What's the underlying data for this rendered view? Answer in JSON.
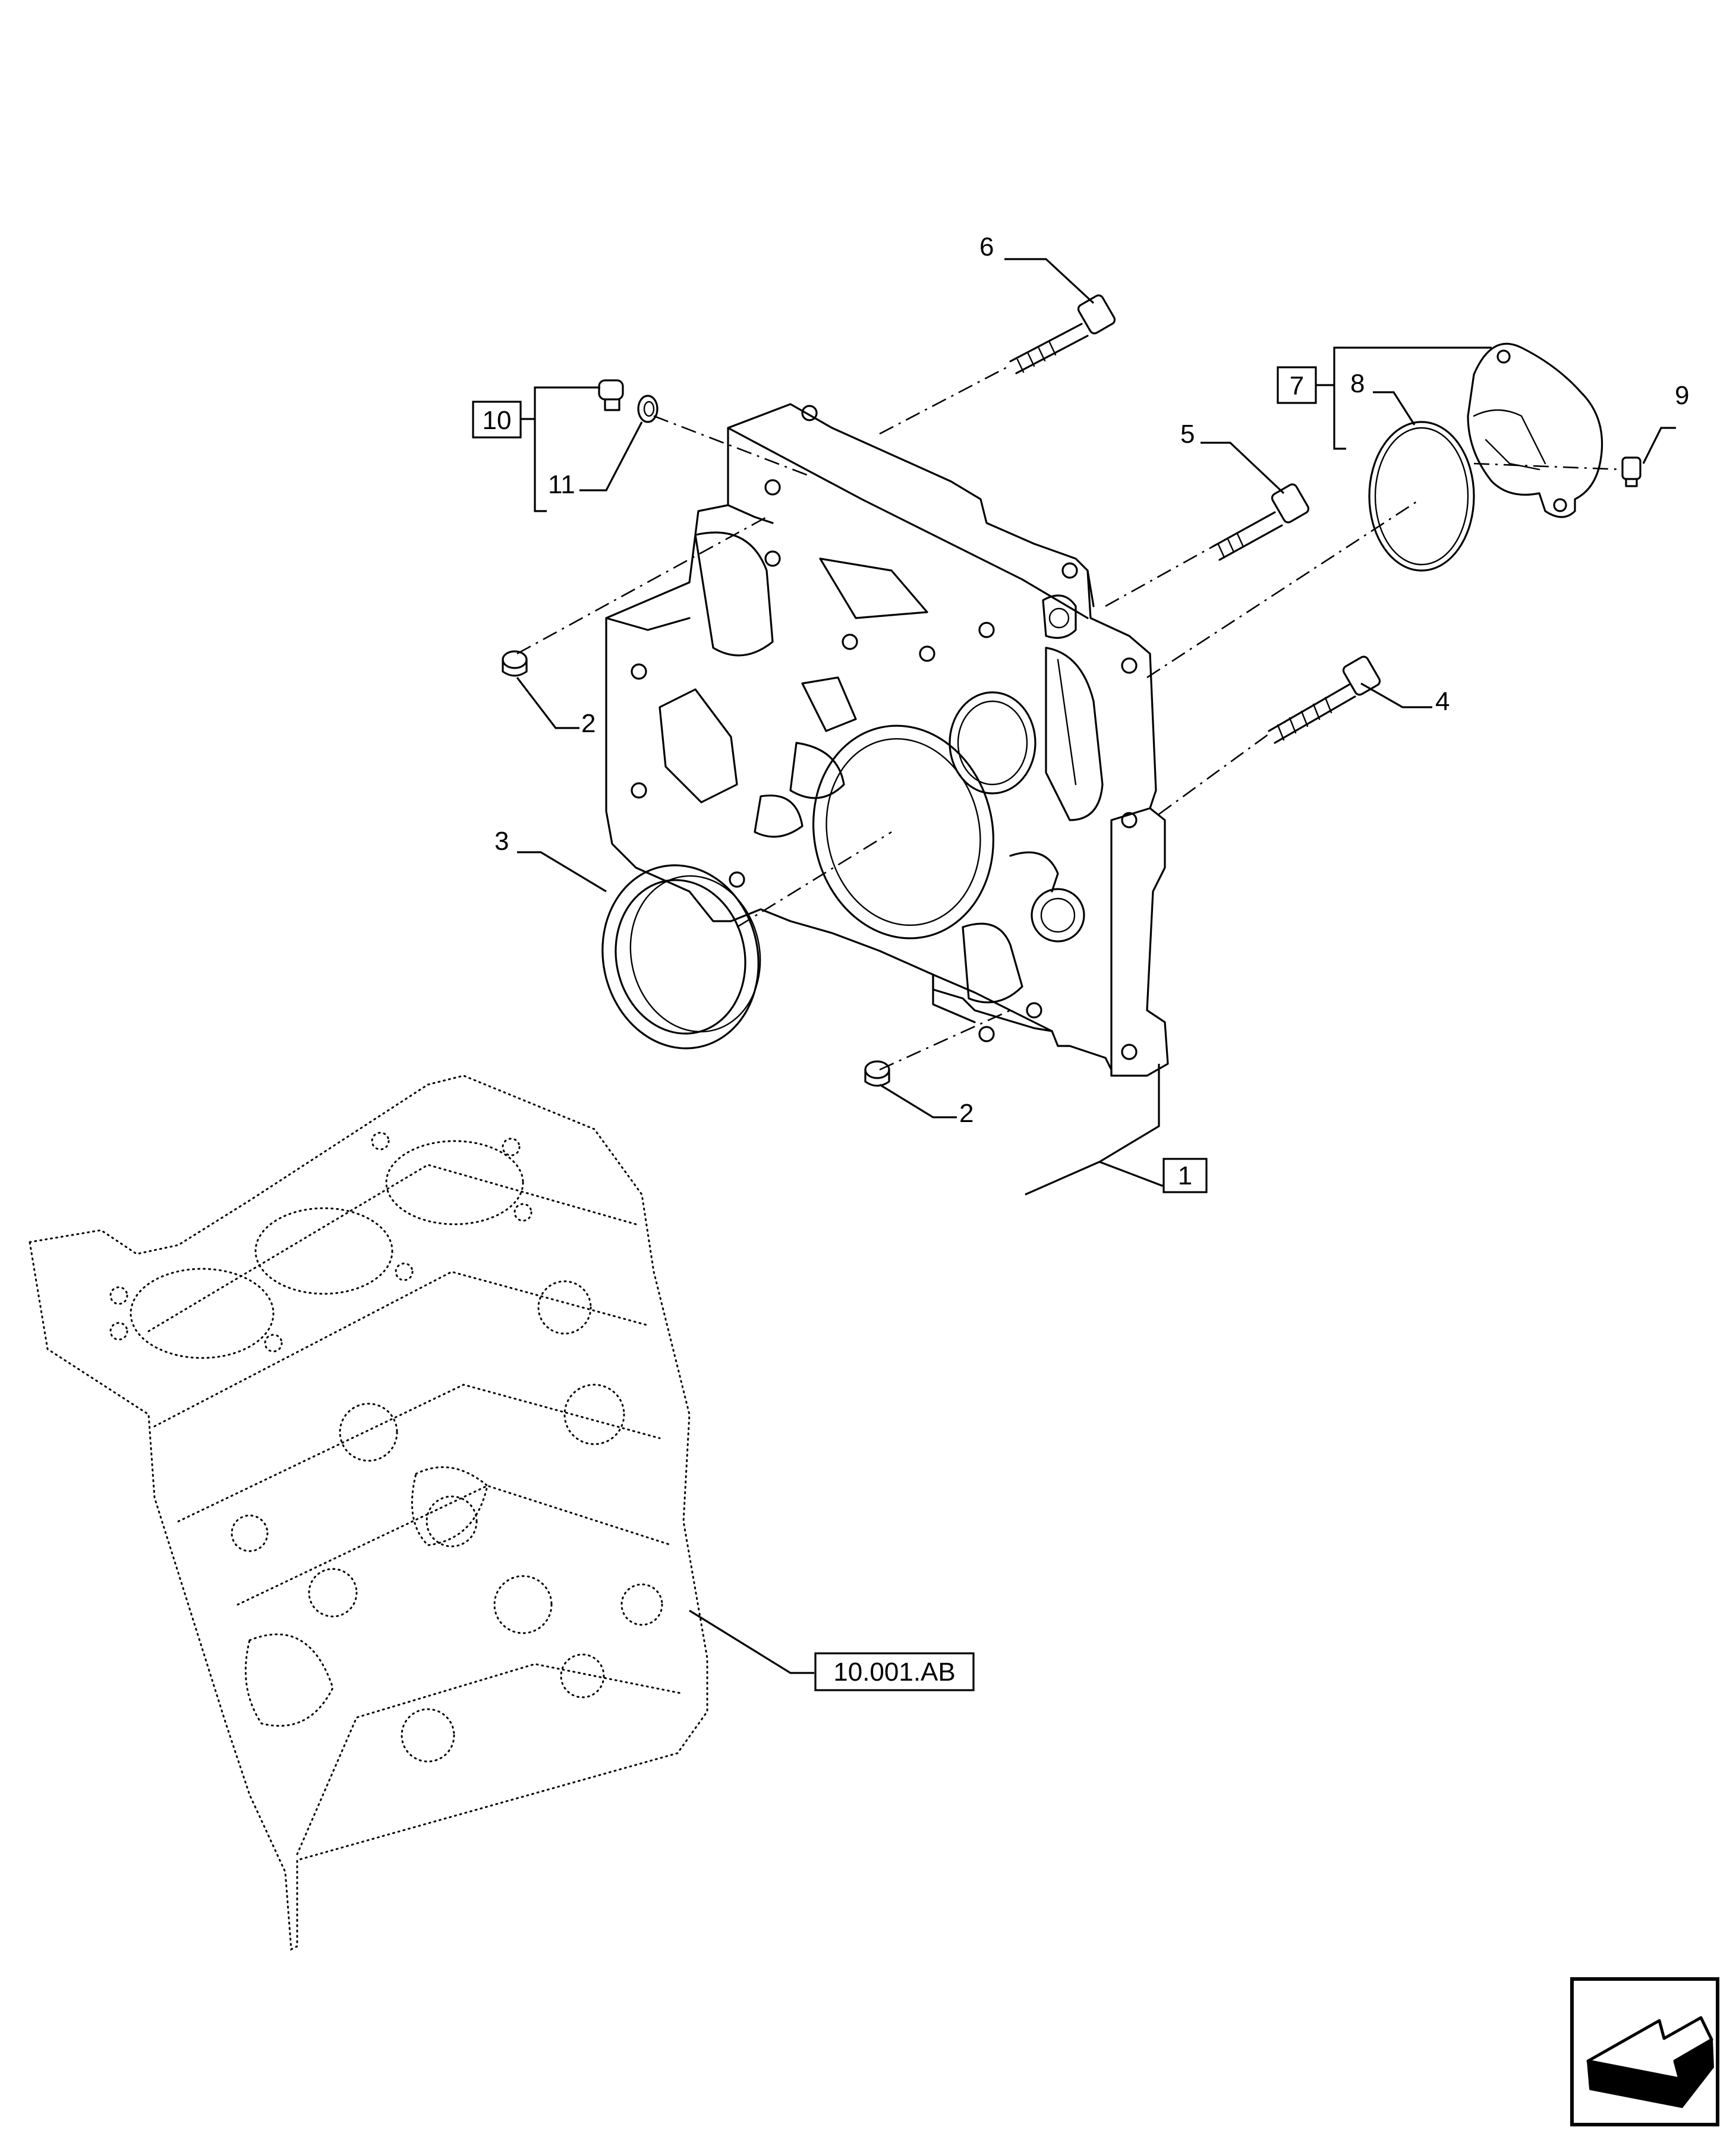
{
  "callouts": {
    "c1": "1",
    "c2a": "2",
    "c2b": "2",
    "c3": "3",
    "c4": "4",
    "c5": "5",
    "c6": "6",
    "c7": "7",
    "c8": "8",
    "c9": "9",
    "c10": "10",
    "c11": "11",
    "block_ref": "10.001.AB"
  },
  "icons": {
    "navigation": "arrow-corner-icon"
  },
  "colors": {
    "line": "#000000",
    "background": "#ffffff"
  }
}
